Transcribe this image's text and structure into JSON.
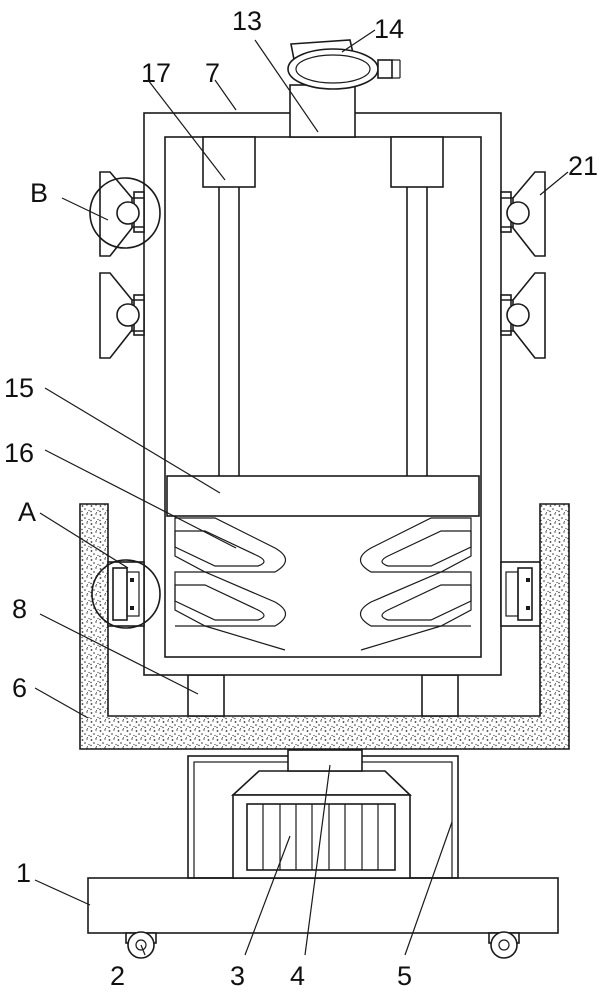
{
  "labels": {
    "l1": "1",
    "l2": "2",
    "l3": "3",
    "l4": "4",
    "l5": "5",
    "l6": "6",
    "l7": "7",
    "l8": "8",
    "l13": "13",
    "l14": "14",
    "l15": "15",
    "l16": "16",
    "l17": "17",
    "l21": "21",
    "lA": "A",
    "lB": "B"
  }
}
